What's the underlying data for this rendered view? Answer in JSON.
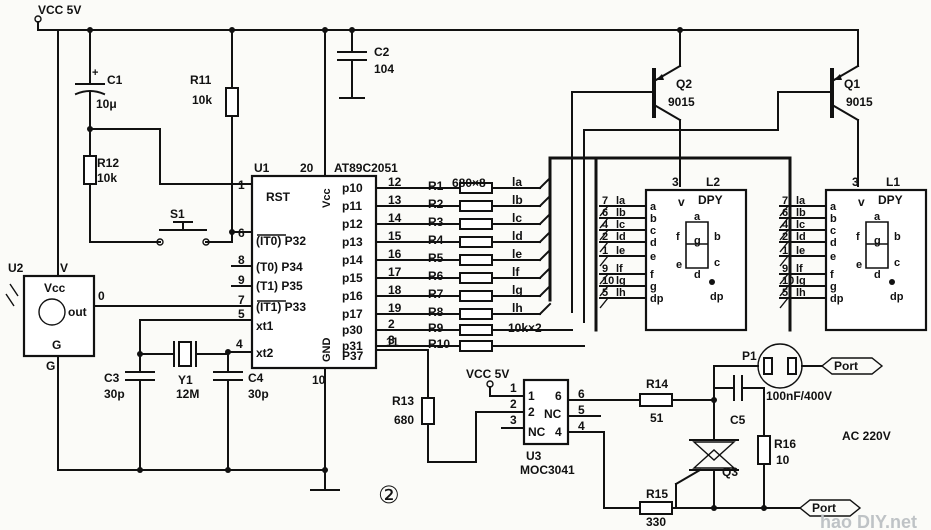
{
  "power": {
    "vcc_top": "VCC 5V",
    "vcc_u3": "VCC 5V",
    "ac": "AC 220V"
  },
  "figure_number": "②",
  "watermark": "hao DIY.net",
  "mcu": {
    "ref": "U1",
    "pin_count": "20",
    "part": "AT89C2051",
    "rst": "RST",
    "vcc": "Vcc",
    "gnd": "GND",
    "xt1": "xt1",
    "xt2": "xt2",
    "left_ports": [
      "(IT0) P32",
      "(T0) P34",
      "(T1) P35",
      "(IT1) P33"
    ],
    "left_pins": [
      "1",
      "6",
      "8",
      "9",
      "7",
      "5",
      "4"
    ],
    "right_ports": [
      "p10",
      "p11",
      "p12",
      "p13",
      "p14",
      "p15",
      "p16",
      "p17",
      "p30",
      "p31",
      "P37"
    ],
    "right_pins": [
      "12",
      "13",
      "14",
      "15",
      "16",
      "17",
      "18",
      "19",
      "2",
      "3",
      "11"
    ],
    "gnd_pin": "10"
  },
  "resistors": {
    "net_labels": [
      "R1",
      "R2",
      "R3",
      "R4",
      "R5",
      "R6",
      "R7",
      "R8",
      "R9",
      "R10"
    ],
    "array_value": "680×8",
    "base_value": "10k×2",
    "segment_lines": [
      "la",
      "lb",
      "lc",
      "ld",
      "le",
      "lf",
      "lg",
      "lh"
    ],
    "r11": {
      "ref": "R11",
      "value": "10k"
    },
    "r12": {
      "ref": "R12",
      "value": "10k"
    },
    "r13": {
      "ref": "R13",
      "value": "680"
    },
    "r14": {
      "ref": "R14",
      "value": "51"
    },
    "r15": {
      "ref": "R15",
      "value": "330"
    },
    "r16": {
      "ref": "R16",
      "value": "10"
    }
  },
  "capacitors": {
    "c1": {
      "ref": "C1",
      "value": "10μ",
      "polarity": "+"
    },
    "c2": {
      "ref": "C2",
      "value": "104"
    },
    "c3": {
      "ref": "C3",
      "value": "30p"
    },
    "c4": {
      "ref": "C4",
      "value": "30p"
    },
    "c5": {
      "ref": "C5",
      "value": "100nF/400V"
    }
  },
  "crystal": {
    "ref": "Y1",
    "value": "12M"
  },
  "switch": {
    "ref": "S1"
  },
  "sensor": {
    "ref": "U2",
    "vcc": "Vcc",
    "out": "out",
    "gnd": "G",
    "v_pin": "V",
    "out_net": "0",
    "g_pin": "G"
  },
  "transistors": [
    {
      "ref": "Q2",
      "part": "9015"
    },
    {
      "ref": "Q1",
      "part": "9015"
    }
  ],
  "triac": {
    "ref": "Q3"
  },
  "optocoupler": {
    "ref": "U3",
    "part": "MOC3041",
    "pins_left": [
      "1",
      "2",
      "3"
    ],
    "pins_right": [
      "6",
      "5",
      "4"
    ],
    "labels_left": [
      "1",
      "2",
      "NC"
    ],
    "labels_right": [
      "6",
      "NC",
      "4"
    ]
  },
  "plug": {
    "ref": "P1",
    "port_label": "Port"
  },
  "displays": [
    {
      "ref": "L2",
      "title": "DPY",
      "com_pin": "3",
      "v": "v",
      "pins": [
        "7",
        "6",
        "4",
        "2",
        "1",
        "9",
        "10",
        "5"
      ],
      "pin_lines": [
        "la",
        "lb",
        "lc",
        "ld",
        "le",
        "lf",
        "lg",
        "lh"
      ],
      "seg_names": [
        "a",
        "b",
        "c",
        "d",
        "e",
        "f",
        "g",
        "dp"
      ],
      "inner": [
        "a",
        "b",
        "c",
        "d",
        "e",
        "f",
        "g",
        "dp"
      ]
    },
    {
      "ref": "L1",
      "title": "DPY",
      "com_pin": "3",
      "v": "v",
      "pins": [
        "7",
        "6",
        "4",
        "2",
        "1",
        "9",
        "10",
        "5"
      ],
      "pin_lines": [
        "la",
        "lb",
        "lc",
        "ld",
        "le",
        "lf",
        "lg",
        "lh"
      ],
      "seg_names": [
        "a",
        "b",
        "c",
        "d",
        "e",
        "f",
        "g",
        "dp"
      ],
      "inner": [
        "a",
        "b",
        "c",
        "d",
        "e",
        "f",
        "g",
        "dp"
      ]
    }
  ]
}
